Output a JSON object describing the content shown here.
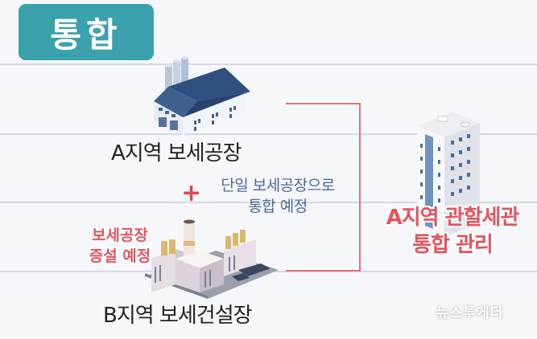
{
  "badge": {
    "label": "통합",
    "color": "#3aa1ad"
  },
  "facilities": {
    "a_factory": {
      "label": "A지역 보세공장"
    },
    "b_site": {
      "label": "B지역 보세건설장"
    }
  },
  "merge_note": {
    "symbol": "+",
    "line1": "단일 보세공장으로",
    "line2": "통합 예정"
  },
  "expansion_note": {
    "line1": "보세공장",
    "line2": "증설 예정"
  },
  "customs_office": {
    "line1": "A지역 관할세관",
    "line2": "통합 관리"
  },
  "watermark": {
    "text": "뉴스투게더"
  },
  "colors": {
    "accent_red": "#e05560",
    "accent_blue": "#4a6a98",
    "teal": "#3aa1ad",
    "background": "#f6f7fb"
  }
}
